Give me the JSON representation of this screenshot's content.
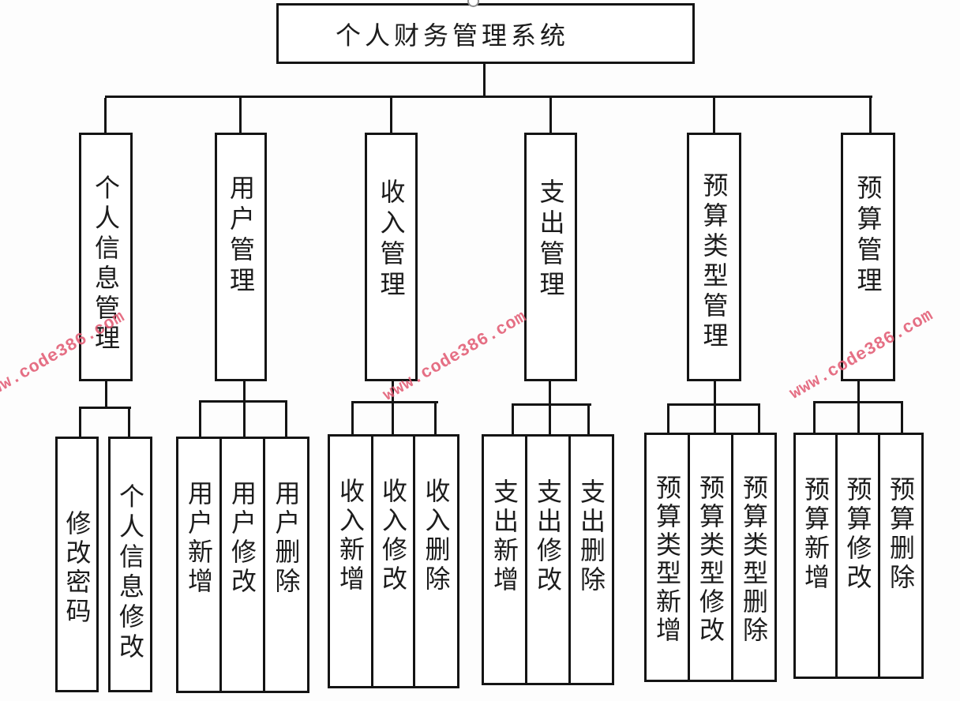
{
  "diagram": {
    "title": "个人财务管理系统",
    "root": "个人财务管理系统",
    "branches": [
      {
        "label": "个人信息管理",
        "children": [
          "修改密码",
          "个人信息修改"
        ]
      },
      {
        "label": "用户管理",
        "children": [
          "用户新增",
          "用户修改",
          "用户删除"
        ]
      },
      {
        "label": "收入管理",
        "children": [
          "收入新增",
          "收入修改",
          "收入删除"
        ]
      },
      {
        "label": "支出管理",
        "children": [
          "支出新增",
          "支出修改",
          "支出删除"
        ]
      },
      {
        "label": "预算类型管理",
        "children": [
          "预算类型新增",
          "预算类型修改",
          "预算类型删除"
        ]
      },
      {
        "label": "预算管理",
        "children": [
          "预算新增",
          "预算修改",
          "预算删除"
        ]
      }
    ],
    "colors": {
      "line": "#141414",
      "watermark": "#e25c74",
      "background": "#fdfdfd"
    }
  },
  "watermark": {
    "text": "www.code386.com"
  }
}
